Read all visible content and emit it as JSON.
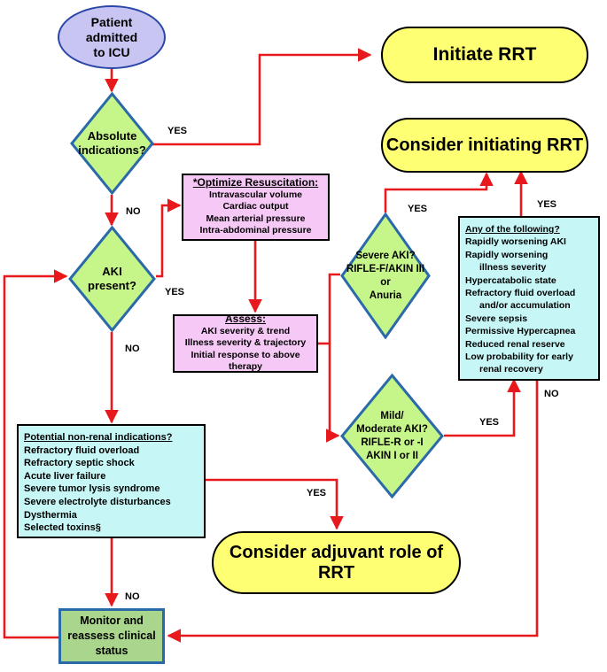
{
  "nodes": {
    "admit": [
      "Patient",
      "admitted",
      "to ICU"
    ],
    "initiate": "Initiate RRT",
    "consider_initiating": "Consider initiating RRT",
    "absolute": [
      "Absolute",
      "indications?"
    ],
    "aki_present": [
      "AKI",
      "present?"
    ],
    "optimize": {
      "title": "*Optimize Resuscitation:",
      "items": [
        "Intravascular volume",
        "Cardiac output",
        "Mean arterial pressure",
        "Intra-abdominal pressure"
      ]
    },
    "assess": {
      "title": "Assess:",
      "items": [
        "AKI severity & trend",
        "Illness severity & trajectory",
        "Initial response to above therapy"
      ]
    },
    "severe_aki": [
      "Severe AKI?",
      "RIFLE-F/AKIN III or",
      "Anuria"
    ],
    "mild_aki": [
      "Mild/",
      "Moderate AKI?",
      "RIFLE-R or -I",
      "AKIN I or II"
    ],
    "any_following": {
      "title": "Any of the following?",
      "items": [
        {
          "text": "Rapidly worsening AKI",
          "indent": false
        },
        {
          "text": "Rapidly worsening",
          "indent": false
        },
        {
          "text": "illness severity",
          "indent": true
        },
        {
          "text": "Hypercatabolic state",
          "indent": false
        },
        {
          "text": "Refractory fluid overload",
          "indent": false
        },
        {
          "text": "and/or accumulation",
          "indent": true
        },
        {
          "text": "Severe sepsis",
          "indent": false
        },
        {
          "text": "Permissive Hypercapnea",
          "indent": false
        },
        {
          "text": "Reduced renal reserve",
          "indent": false
        },
        {
          "text": "Low probability for early",
          "indent": false
        },
        {
          "text": "renal recovery",
          "indent": true
        }
      ]
    },
    "non_renal": {
      "title": "Potential non-renal indications?",
      "items": [
        "Refractory fluid overload",
        "Refractory septic shock",
        "Acute liver failure",
        "Severe tumor lysis syndrome",
        "Severe electrolyte disturbances",
        "Dysthermia",
        "Selected toxins§"
      ]
    },
    "adjuvant": "Consider adjuvant role of RRT",
    "monitor": [
      "Monitor and",
      "reassess clinical",
      "status"
    ]
  },
  "labels": {
    "yes_absolute": "YES",
    "no_absolute": "NO",
    "yes_aki": "YES",
    "no_aki": "NO",
    "yes_severe": "YES",
    "yes_mild": "YES",
    "yes_any": "YES",
    "no_any": "NO",
    "yes_nonrenal": "YES",
    "no_nonrenal": "NO"
  },
  "colors": {
    "arrow": "#e8191c",
    "oval_fill": "#c9c5f2",
    "oval_border": "#2a47a8",
    "terminal_fill": "#ffff73",
    "diamond_fill": "#c6f58a",
    "diamond_border": "#2a6aa8",
    "pink_fill": "#f6c8f6",
    "cyan_fill": "#c6f6f6",
    "monitor_fill": "#a9d58c"
  }
}
